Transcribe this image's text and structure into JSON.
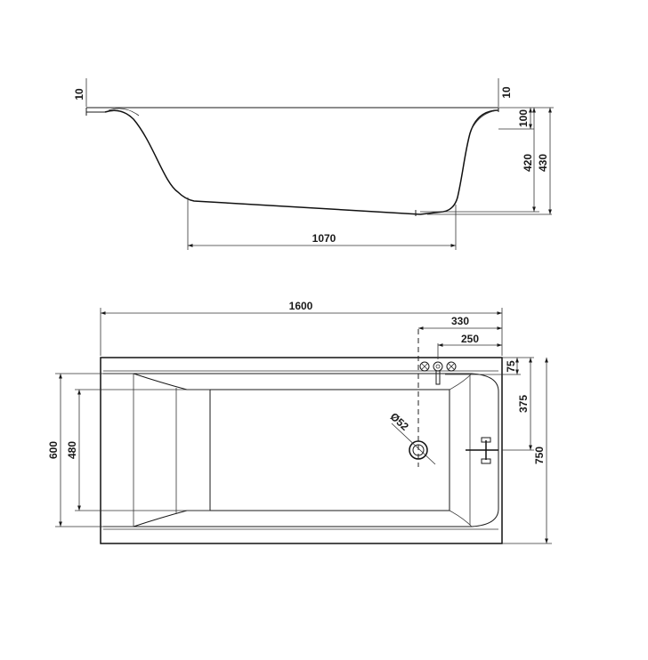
{
  "colors": {
    "line": "#1a1a1a",
    "background": "#ffffff"
  },
  "side_view": {
    "dim_rim_left": "10",
    "dim_rim_right": "10",
    "dim_rim_height": "100",
    "dim_inner_depth": "420",
    "dim_total_height": "430",
    "dim_bottom_length": "1070"
  },
  "top_view": {
    "dim_length": "1600",
    "dim_tap_offset": "330",
    "dim_overflow_offset": "250",
    "dim_tap_edge": "75",
    "dim_overflow_height": "375",
    "dim_width": "750",
    "dim_inner_width": "600",
    "dim_bottom_width": "480",
    "dim_drain_diameter": "Ø52"
  }
}
